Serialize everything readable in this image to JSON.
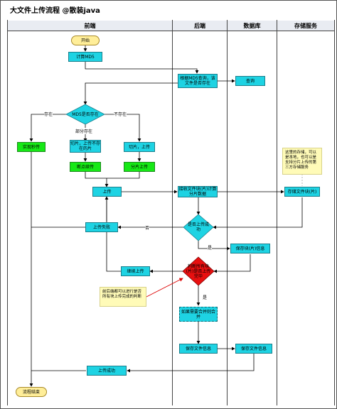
{
  "title": "大文件上传流程 @散装java",
  "lanes": {
    "frontend": "前端",
    "backend": "后端",
    "database": "数据库",
    "storage": "存储服务"
  },
  "nodes": {
    "start": "开始",
    "calc_md5": "计算MD5",
    "query_md5": "根据MD5查询，该文件是否存在",
    "query": "查询",
    "md5_decision": "MD5是否存在",
    "instant_upload": "实现秒传",
    "partial_chunk": "切片，上传不存在的片",
    "full_chunk": "切片，上传",
    "resume_upload": "断点续传",
    "chunk_upload": "分片上传",
    "upload": "上传",
    "receive_chunk": "接收文件块(片)计算分片数据",
    "store_chunk": "存储文件块(片)",
    "upload_success_decision": "是否上传成功",
    "upload_failed": "上传失败",
    "save_chunk_info": "保存块(片)信息",
    "continue_upload": "继续上传",
    "all_uploaded_decision": "判断所有块(片)是否上传完毕",
    "merge": "如果需要合并则合并",
    "save_file_info_backend": "保存文件信息",
    "save_file_info_db": "保存文件信息",
    "upload_complete": "上传成功",
    "end": "流程结束"
  },
  "edge_labels": {
    "exists": "存在",
    "not_exists": "不存在",
    "partial_exists": "部分存在",
    "no": "否",
    "yes": "是",
    "yes2": "是"
  },
  "notes": {
    "storage_note": "这里的存储，可以是本地，也可以是支持分片上传的第三方存储服务",
    "check_note": "前后端都可以进行是否所有块上传完成的判断"
  }
}
